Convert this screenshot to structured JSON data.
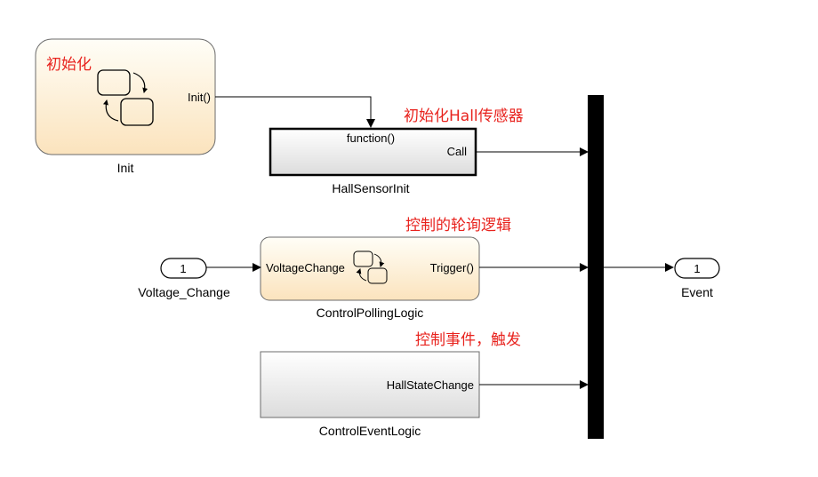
{
  "colors": {
    "annotation": "#e8231e",
    "chart_fill_top": "#fffef7",
    "chart_fill_bottom": "#fbe3bd",
    "subsystem_fill_top": "#ffffff",
    "subsystem_fill_bottom": "#dcdcdc",
    "bus_bar": "#000000"
  },
  "blocks": {
    "init": {
      "name": "Init",
      "annotation": "初始化",
      "output_port": "Init()",
      "icon": "stateflow-chart-icon"
    },
    "hall_sensor_init": {
      "name": "HallSensorInit",
      "trigger_port": "function()",
      "output_port": "Call"
    },
    "control_polling_logic": {
      "name": "ControlPollingLogic",
      "input_port": "VoltageChange",
      "output_port": "Trigger()",
      "icon": "stateflow-chart-icon"
    },
    "control_event_logic": {
      "name": "ControlEventLogic",
      "output_port": "HallStateChange"
    },
    "inport_voltage_change": {
      "number": "1",
      "name": "Voltage_Change"
    },
    "outport_event": {
      "number": "1",
      "name": "Event"
    },
    "mux": {
      "type": "bus-creator-bar"
    }
  },
  "annotations": {
    "hall_init": "初始化Hall传感器",
    "polling": "控制的轮询逻辑",
    "event": "控制事件，触发"
  }
}
